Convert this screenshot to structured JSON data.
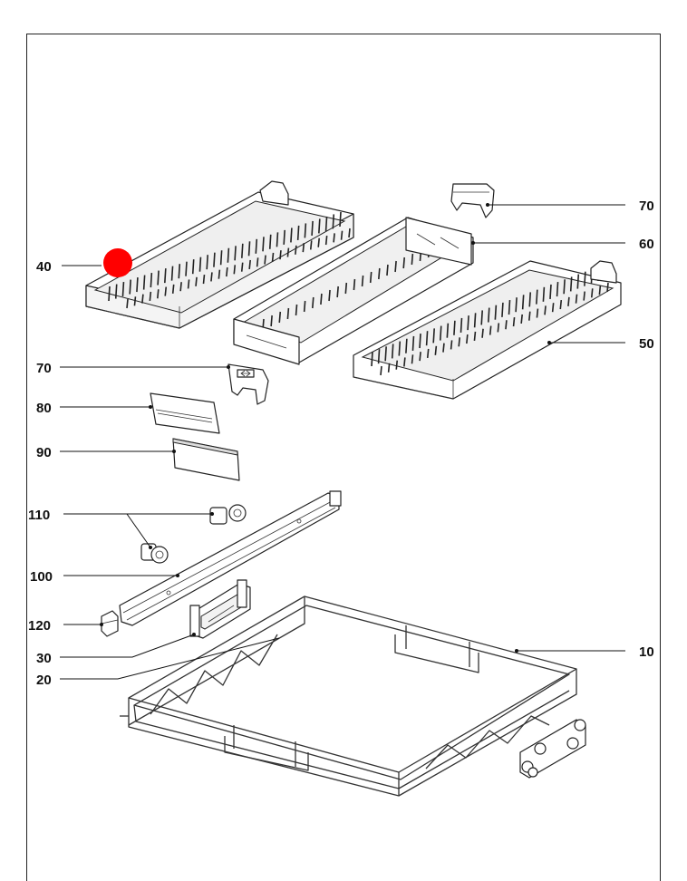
{
  "marker_color": "#ff0000",
  "callouts": [
    {
      "id": "70a",
      "label": "70"
    },
    {
      "id": "60",
      "label": "60"
    },
    {
      "id": "40",
      "label": "40"
    },
    {
      "id": "50",
      "label": "50"
    },
    {
      "id": "70b",
      "label": "70"
    },
    {
      "id": "80",
      "label": "80"
    },
    {
      "id": "90",
      "label": "90"
    },
    {
      "id": "110",
      "label": "110"
    },
    {
      "id": "100",
      "label": "100"
    },
    {
      "id": "120",
      "label": "120"
    },
    {
      "id": "30",
      "label": "30"
    },
    {
      "id": "20",
      "label": "20"
    },
    {
      "id": "10",
      "label": "10"
    }
  ]
}
